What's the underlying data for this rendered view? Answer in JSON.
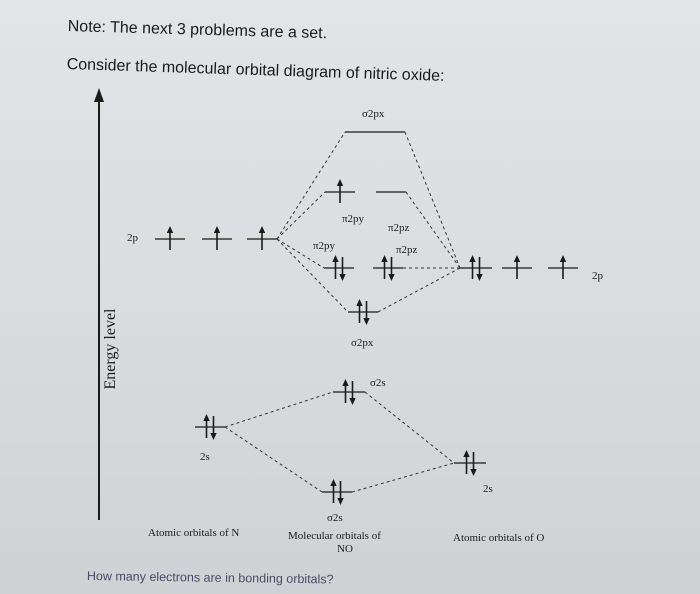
{
  "header": {
    "note": "Note: The next 3 problems are a set.",
    "prompt": "Consider the molecular orbital diagram of nitric oxide:"
  },
  "axis": {
    "label": "Energy level"
  },
  "mo_labels": {
    "sigma_2px_star": "σ2px",
    "pi_2py_star": "π2py",
    "pi_2pz_star": "π2pz",
    "pi_2py": "π2py",
    "pi_2pz": "π2pz",
    "sigma_2px": "σ2px",
    "sigma_2s_star": "σ2s",
    "sigma_2s": "σ2s"
  },
  "ao_labels": {
    "n_2p": "2p",
    "n_2s": "2s",
    "o_2p": "2p",
    "o_2s": "2s"
  },
  "columns": {
    "n": "Atomic orbitals of N",
    "mo_line1": "Molecular orbitals of",
    "mo_line2": "NO",
    "o": "Atomic orbitals of O"
  },
  "question": "How many electrons are in bonding orbitals?",
  "occupancy": {
    "n_2p": [
      1,
      1,
      1
    ],
    "n_2s": 2,
    "o_2p": [
      2,
      1,
      1
    ],
    "o_2s": 2,
    "sigma_2s": 2,
    "sigma_2s_star": 2,
    "sigma_2px": 2,
    "pi_2py": 2,
    "pi_2pz": 2,
    "pi_2py_star": 1,
    "pi_2pz_star": 0,
    "sigma_2px_star": 0
  },
  "colors": {
    "ink": "#1b1b1b",
    "paper": "#dcdee1"
  }
}
